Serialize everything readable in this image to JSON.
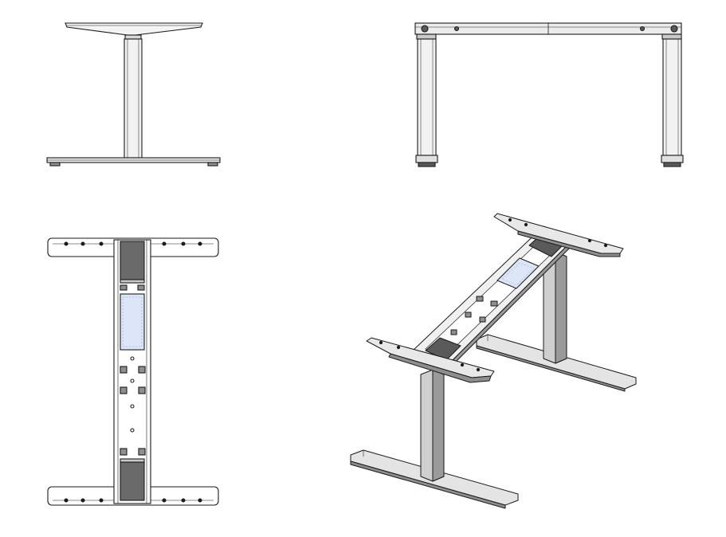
{
  "sheet": {
    "views": [
      {
        "id": "side-view"
      },
      {
        "id": "front-view"
      },
      {
        "id": "top-view"
      },
      {
        "id": "isometric-view"
      }
    ]
  },
  "colors": {
    "line": "#1a1a1a",
    "background": "#ffffff",
    "metal_light": "#ececec",
    "metal_mid": "#c9c9c9",
    "metal_dark": "#8e8e8e",
    "motor_box": "#5a5a5a",
    "control_box": "#dde6f7",
    "control_box_dot": "#9ab0d8"
  }
}
